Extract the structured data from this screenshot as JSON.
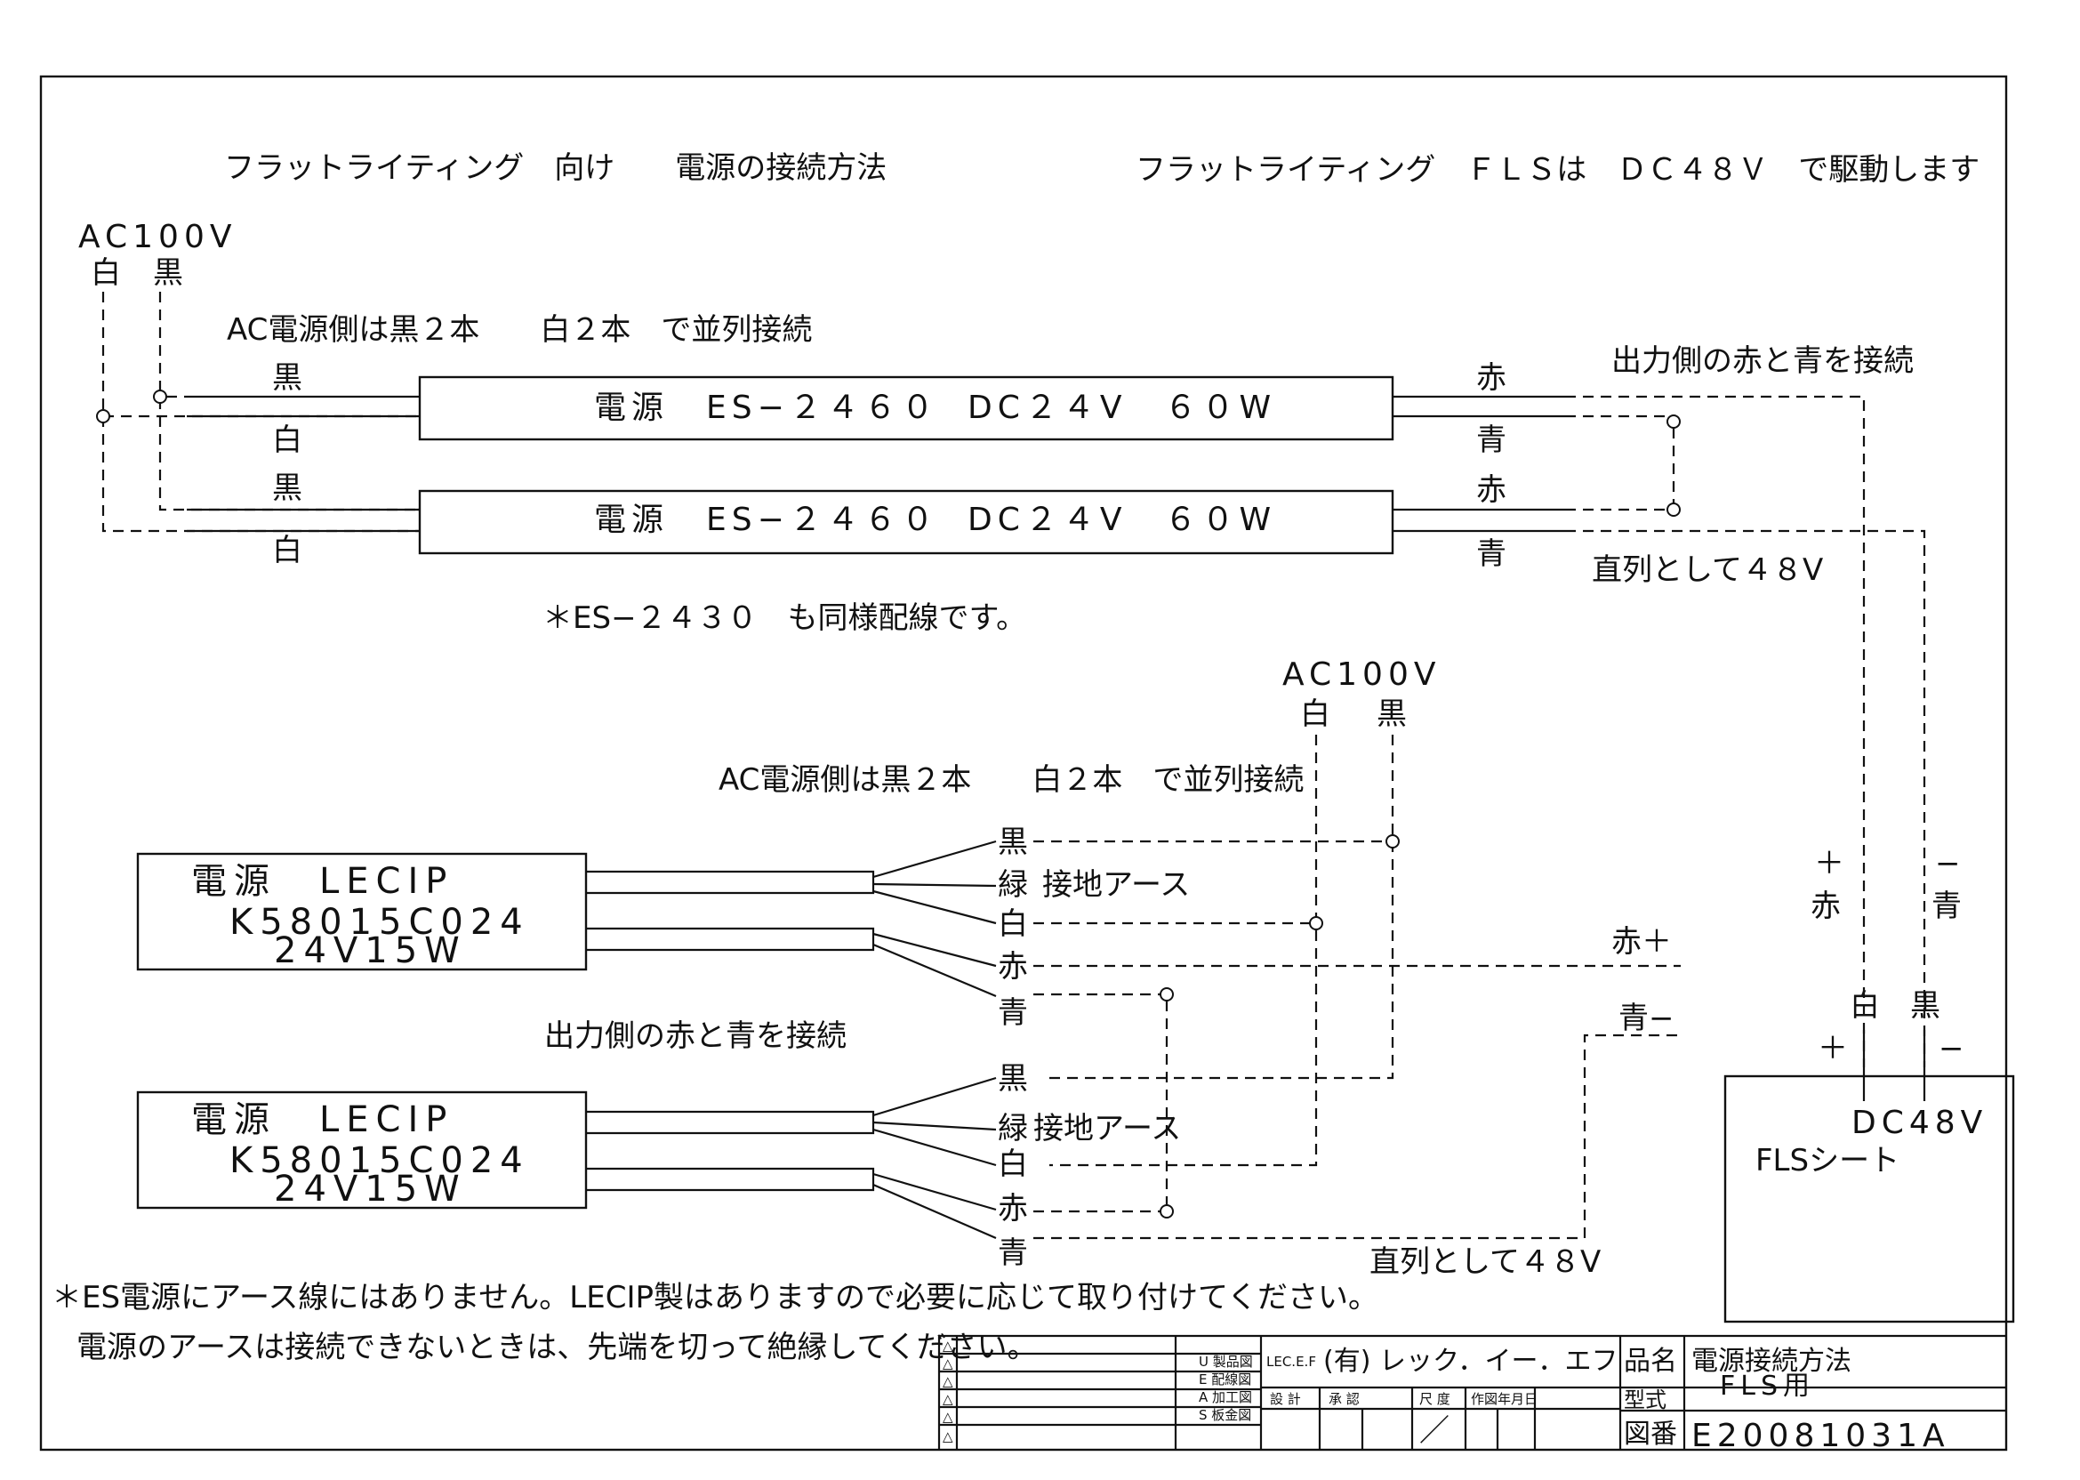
{
  "header": {
    "left_title": "フラットライティング　向け　　電源の接続方法",
    "right_title": "フラットライティング　ＦＬＳは　ＤＣ４８Ｖ　で駆動します"
  },
  "top_section": {
    "ac_label": "AC100V",
    "ac_white": "白",
    "ac_black": "黒",
    "parallel_note": "AC電源側は黒２本　　白２本　で並列接続",
    "output_note": "出力側の赤と青を接続",
    "series_note": "直列として４８V",
    "similar_note": "＊ES−２４３０　も同様配線です。",
    "supplies": [
      {
        "name": "電源　ES−２４６０",
        "spec": "DC２４V　６０W",
        "in_black": "黒",
        "in_white": "白",
        "out_red": "赤",
        "out_blue": "青"
      },
      {
        "name": "電源　ES−２４６０",
        "spec": "DC２４V　６０W",
        "in_black": "黒",
        "in_white": "白",
        "out_red": "赤",
        "out_blue": "青"
      }
    ]
  },
  "bottom_section": {
    "ac_label": "AC100V",
    "ac_white": "白",
    "ac_black": "黒",
    "parallel_note": "AC電源側は黒２本　　白２本　で並列接続",
    "output_note": "出力側の赤と青を接続",
    "series_note": "直列として４８V",
    "plus_label": "赤＋",
    "minus_label": "青−",
    "supplies": [
      {
        "name": "電源　LECIP",
        "model": "K58015C024",
        "rating": "24V15W",
        "w_black": "黒",
        "w_green": "緑",
        "ground": "接地アース",
        "w_white": "白",
        "w_red": "赤",
        "w_blue": "青"
      },
      {
        "name": "電源　LECIP",
        "model": "K58015C024",
        "rating": "24V15W",
        "w_black": "黒",
        "w_green": "緑",
        "ground": "接地アース",
        "w_white": "白",
        "w_red": "赤",
        "w_blue": "青"
      }
    ]
  },
  "fls": {
    "plus_red": "＋",
    "red": "赤",
    "minus_blue": "−",
    "blue": "青",
    "white": "白",
    "black": "黒",
    "plus": "＋",
    "minus": "−",
    "voltage": "DC48V",
    "sheet": "FLSシート"
  },
  "footnotes": {
    "line1": "＊ES電源にアース線にはありません。LECIP製はありますので必要に応じて取り付けてください。",
    "line2": "電源のアースは接続できないときは、先端を切って絶縁してください。"
  },
  "title_block": {
    "rev_marks": [
      "△",
      "△",
      "△",
      "△",
      "△",
      "△"
    ],
    "categories": [
      "U 製品図",
      "E 配線図",
      "A 加工図",
      "S 板金図"
    ],
    "company_small": "LEC.E.F",
    "company": "(有) レック．イー．エフ",
    "headers": [
      "設 計",
      "承 認",
      "尺 度",
      "作図年月日"
    ],
    "scale_value": "／",
    "product_label": "品名",
    "product_name": "電源接続方法",
    "type_label": "型式",
    "type_value": "FLS用",
    "drawing_no_label": "図番",
    "drawing_no": "E20081031A"
  }
}
